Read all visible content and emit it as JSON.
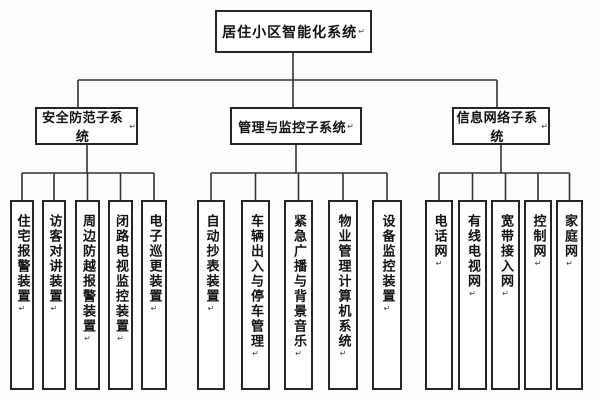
{
  "paragraph_mark": "↵",
  "tree": {
    "root": {
      "label": "居住小区智能化系统"
    },
    "branches": [
      {
        "label": "安全防范子系统",
        "children": [
          {
            "label": "住宅报警装置"
          },
          {
            "label": "访客对讲装置"
          },
          {
            "label": "周边防越报警装置"
          },
          {
            "label": "闭路电视监控装置"
          },
          {
            "label": "电子巡更装置"
          }
        ]
      },
      {
        "label": "管理与监控子系统",
        "children": [
          {
            "label": "自动抄表装置"
          },
          {
            "label": "车辆出入与停车管理"
          },
          {
            "label": "紧急广播与背景音乐"
          },
          {
            "label": "物业管理计算机系统"
          },
          {
            "label": "设备监控装置"
          }
        ]
      },
      {
        "label": "信息网络子系统",
        "children": [
          {
            "label": "电话网"
          },
          {
            "label": "有线电视网"
          },
          {
            "label": "宽带接入网"
          },
          {
            "label": "控制网"
          },
          {
            "label": "家庭网"
          }
        ]
      }
    ]
  },
  "colors": {
    "border": "#262626",
    "line": "#333333",
    "text": "#111111",
    "background": "#fdfdfd"
  }
}
